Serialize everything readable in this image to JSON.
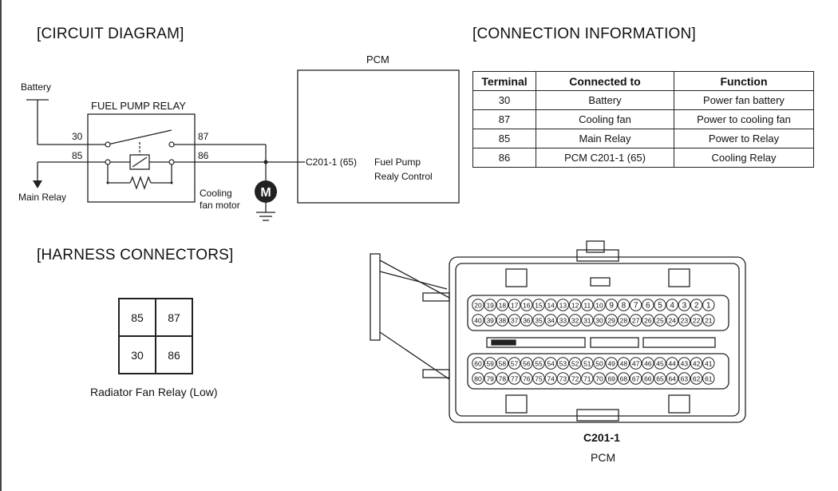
{
  "headings": {
    "circuit": "[CIRCUIT DIAGRAM]",
    "connection": "[CONNECTION INFORMATION]",
    "harness": "[HARNESS CONNECTORS]"
  },
  "circuit": {
    "battery": "Battery",
    "relay_title": "FUEL PUMP RELAY",
    "pin_30": "30",
    "pin_85": "85",
    "pin_87": "87",
    "pin_86": "86",
    "main_relay": "Main Relay",
    "cooling_line1": "Cooling",
    "cooling_line2": "fan motor",
    "motor_symbol": "M",
    "pcm": "PCM",
    "pcm_pin": "C201-1 (65)",
    "pcm_func_line1": "Fuel Pump",
    "pcm_func_line2": "Realy Control"
  },
  "connection_table": {
    "headers": [
      "Terminal",
      "Connected to",
      "Function"
    ],
    "rows": [
      [
        "30",
        "Battery",
        "Power fan battery"
      ],
      [
        "87",
        "Cooling fan",
        "Power to cooling fan"
      ],
      [
        "85",
        "Main Relay",
        "Power to Relay"
      ],
      [
        "86",
        "PCM C201-1 (65)",
        "Cooling Relay"
      ]
    ]
  },
  "harness": {
    "relay_cells": [
      "85",
      "87",
      "30",
      "86"
    ],
    "relay_caption": "Radiator Fan Relay (Low)",
    "connector_id": "C201-1",
    "connector_caption": "PCM",
    "pin_rows": [
      [
        "20",
        "19",
        "18",
        "17",
        "16",
        "15",
        "14",
        "13",
        "12",
        "11",
        "10",
        "9",
        "8",
        "7",
        "6",
        "5",
        "4",
        "3",
        "2",
        "1"
      ],
      [
        "40",
        "39",
        "38",
        "37",
        "36",
        "35",
        "34",
        "33",
        "32",
        "31",
        "30",
        "29",
        "28",
        "27",
        "26",
        "25",
        "24",
        "23",
        "22",
        "21"
      ],
      [
        "60",
        "59",
        "58",
        "57",
        "56",
        "55",
        "54",
        "53",
        "52",
        "51",
        "50",
        "49",
        "48",
        "47",
        "46",
        "45",
        "44",
        "43",
        "42",
        "41"
      ],
      [
        "80",
        "79",
        "78",
        "77",
        "76",
        "75",
        "74",
        "73",
        "72",
        "71",
        "70",
        "69",
        "68",
        "67",
        "66",
        "65",
        "64",
        "63",
        "62",
        "61"
      ]
    ]
  }
}
